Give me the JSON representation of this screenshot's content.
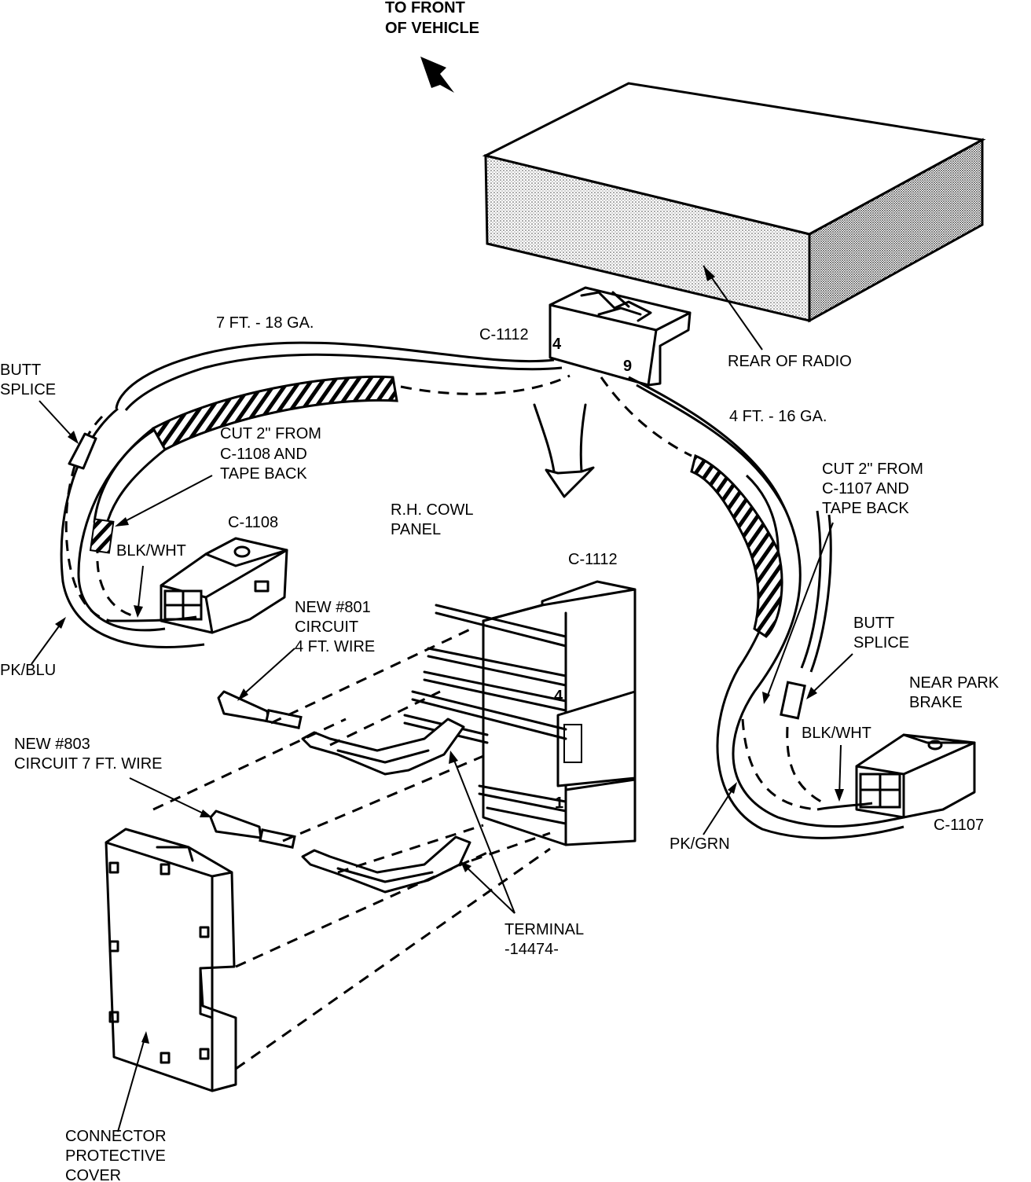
{
  "labels": {
    "to_front": [
      "TO FRONT",
      "OF VEHICLE"
    ],
    "c1112_top": "C-1112",
    "pin_4": "4",
    "pin_9": "9",
    "wire_7ft": "7 FT. - 18 GA.",
    "wire_4ft": "4 FT. - 16 GA.",
    "rear_of_radio": "REAR OF RADIO",
    "butt_splice_left": [
      "BUTT",
      "SPLICE"
    ],
    "butt_splice_right": [
      "BUTT",
      "SPLICE"
    ],
    "cut_c1108": [
      "CUT 2\" FROM",
      "C-1108 AND",
      "TAPE BACK"
    ],
    "cut_c1107": [
      "CUT 2\" FROM",
      "C-1107 AND",
      "TAPE BACK"
    ],
    "c1108": "C-1108",
    "blk_wht_left": "BLK/WHT",
    "blk_wht_right": "BLK/WHT",
    "rh_cowl": [
      "R.H. COWL",
      "PANEL"
    ],
    "c1112_main": "C-1112",
    "new_801": [
      "NEW #801",
      "CIRCUIT",
      "4 FT. WIRE"
    ],
    "pk_blu": "PK/BLU",
    "near_park": [
      "NEAR PARK",
      "BRAKE"
    ],
    "new_803": [
      "NEW #803",
      "CIRCUIT 7 FT. WIRE"
    ],
    "pk_grn": "PK/GRN",
    "c1107": "C-1107",
    "terminal": [
      "TERMINAL",
      "-14474-"
    ],
    "connector_cover": [
      "CONNECTOR",
      "PROTECTIVE",
      "COVER"
    ],
    "pin_4_main": "4",
    "pin_1_main": "1"
  }
}
